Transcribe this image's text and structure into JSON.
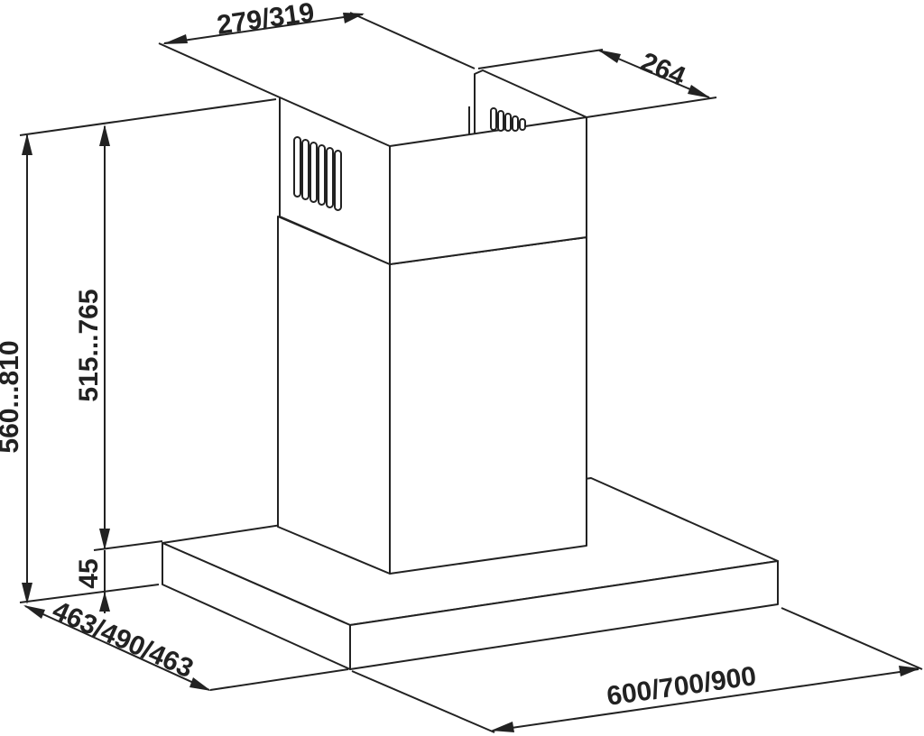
{
  "dimensions": {
    "chimney_top_width": "279/319",
    "chimney_depth": "264",
    "total_height": "560...810",
    "chimney_height": "515...765",
    "canopy_thickness": "45",
    "canopy_depth": "463/490/463",
    "canopy_width": "600/700/900"
  },
  "colors": {
    "stroke": "#222222",
    "background": "#ffffff"
  }
}
